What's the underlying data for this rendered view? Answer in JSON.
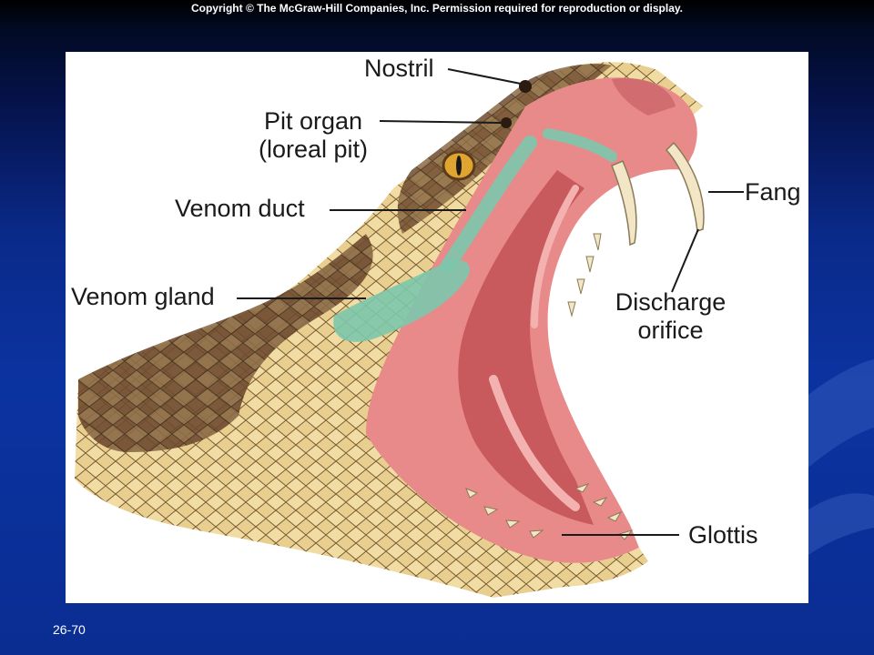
{
  "slide": {
    "copyright": "Copyright © The McGraw-Hill Companies, Inc. Permission required for reproduction or display.",
    "number": "26-70"
  },
  "figure": {
    "labels": {
      "nostril": "Nostril",
      "pit_organ": "Pit organ",
      "loreal_pit": "(loreal pit)",
      "venom_duct": "Venom duct",
      "venom_gland": "Venom gland",
      "fang": "Fang",
      "discharge": "Discharge",
      "orifice": "orifice",
      "glottis": "Glottis"
    },
    "colors": {
      "scale_light": "#e9cf8f",
      "scale_dark": "#6e4a2e",
      "mouth_pink": "#e98a8a",
      "mouth_deep": "#c85a5e",
      "venom": "#7cc7ac",
      "fang": "#f2e6c6",
      "eye": "#e0a530"
    }
  }
}
